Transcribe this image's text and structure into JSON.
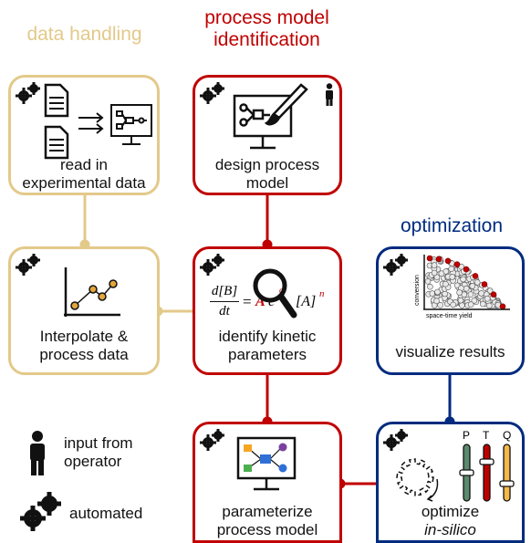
{
  "colors": {
    "data": "#E3C98A",
    "model": "#C00000",
    "opt": "#002B7F"
  },
  "headers": {
    "data_handling": "data handling",
    "process_model_identification": "process model\nidentification",
    "optimization": "optimization"
  },
  "boxes": {
    "read_data": "read in\nexperimental data",
    "interpolate": "Interpolate &\nprocess data",
    "design_model": "design process\nmodel",
    "identify_params": "identify kinetic\nparameters",
    "parameterize": "parameterize\nprocess model",
    "visualize": "visualize results",
    "optimize_main": "optimize",
    "optimize_sub": "in-silico"
  },
  "equation": {
    "lhs_num": "d[B]",
    "lhs_den": "dt",
    "eq": "=",
    "A": "A",
    "e": "e",
    "Ea": "a",
    "rhs": "[A]",
    "n": "n"
  },
  "pareto": {
    "ylabel": "conversion",
    "xlabel": "space-time yield"
  },
  "sliders": {
    "p": "P",
    "t": "T",
    "q": "Q"
  },
  "legend": {
    "operator": "input from\noperator",
    "automated": "automated"
  },
  "icons": [
    "gears-icon",
    "document-icon",
    "monitor-flowchart-icon",
    "person-icon",
    "monitor-brush-icon",
    "magnifier-icon",
    "monitor-network-icon",
    "scatter-plot-icon",
    "gear-outline-icon",
    "sliders-icon"
  ]
}
